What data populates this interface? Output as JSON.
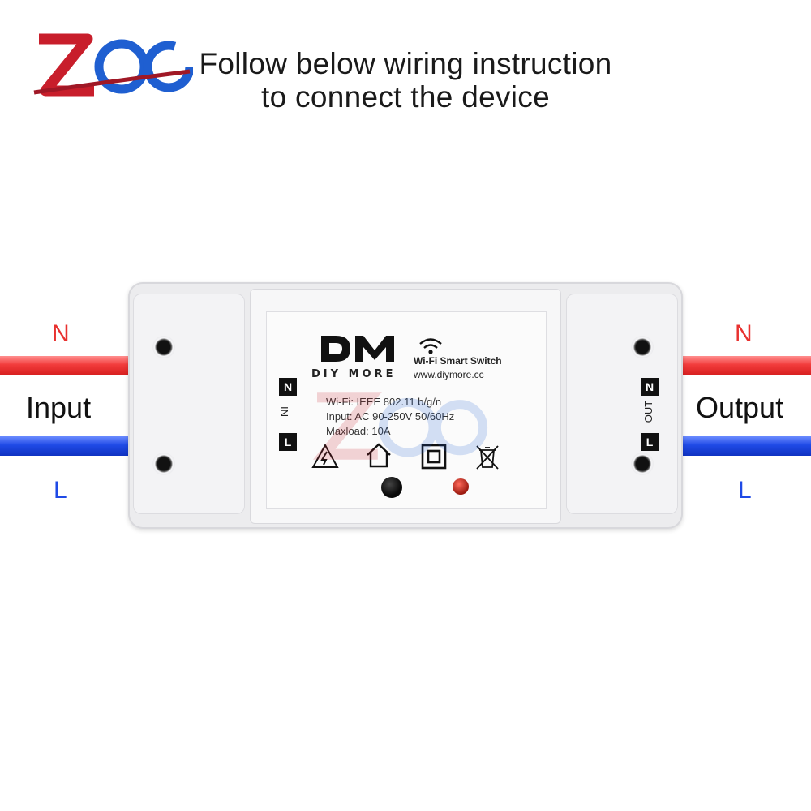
{
  "header": {
    "headline_line1": "Follow below wiring instruction",
    "headline_line2": "to connect the device"
  },
  "wiring": {
    "input_label": "Input",
    "output_label": "Output",
    "neutral_letter": "N",
    "live_letter": "L",
    "neutral_color": "#e8312f",
    "live_color": "#1f4ae6"
  },
  "device": {
    "brand_sub": "DIY MORE",
    "product_name": "Wi-Fi Smart Switch",
    "website": "www.diymore.cc",
    "spec_wifi": "Wi-Fi: IEEE 802.11 b/g/n",
    "spec_input": "Input: AC 90-250V 50/60Hz",
    "spec_load": "Maxload: 10A",
    "in_tag": "IN",
    "out_tag": "OUT",
    "term_n": "N",
    "term_l": "L"
  },
  "icons": [
    "zqc-logo",
    "dm-logo",
    "wifi-icon",
    "warning-icon",
    "indoor-use-icon",
    "double-insulation-icon",
    "weee-bin-icon"
  ]
}
